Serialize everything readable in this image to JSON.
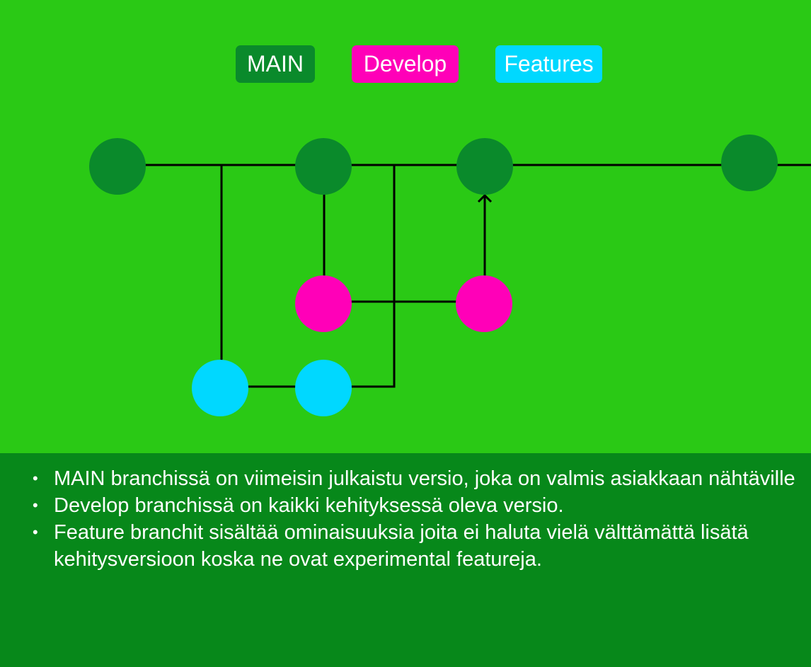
{
  "legend": {
    "main": "MAIN",
    "develop": "Develop",
    "features": "Features"
  },
  "colors": {
    "background": "#2ac915",
    "main": "#0a8a2b",
    "develop": "#ff00b8",
    "features": "#00d8ff",
    "notes_background": "#07881a",
    "lines": "#000000",
    "text": "#ffffff"
  },
  "notes": {
    "bullet_glyph": "•",
    "items": [
      "MAIN branchissä on viimeisin julkaistu versio, joka on valmis asiakkaan nähtäville",
      "Develop branchissä on kaikki kehityksessä oleva versio.",
      "Feature branchit sisältää ominaisuuksia joita ei haluta vielä välttämättä lisätä kehitysversioon koska ne ovat experimental featureja."
    ]
  }
}
